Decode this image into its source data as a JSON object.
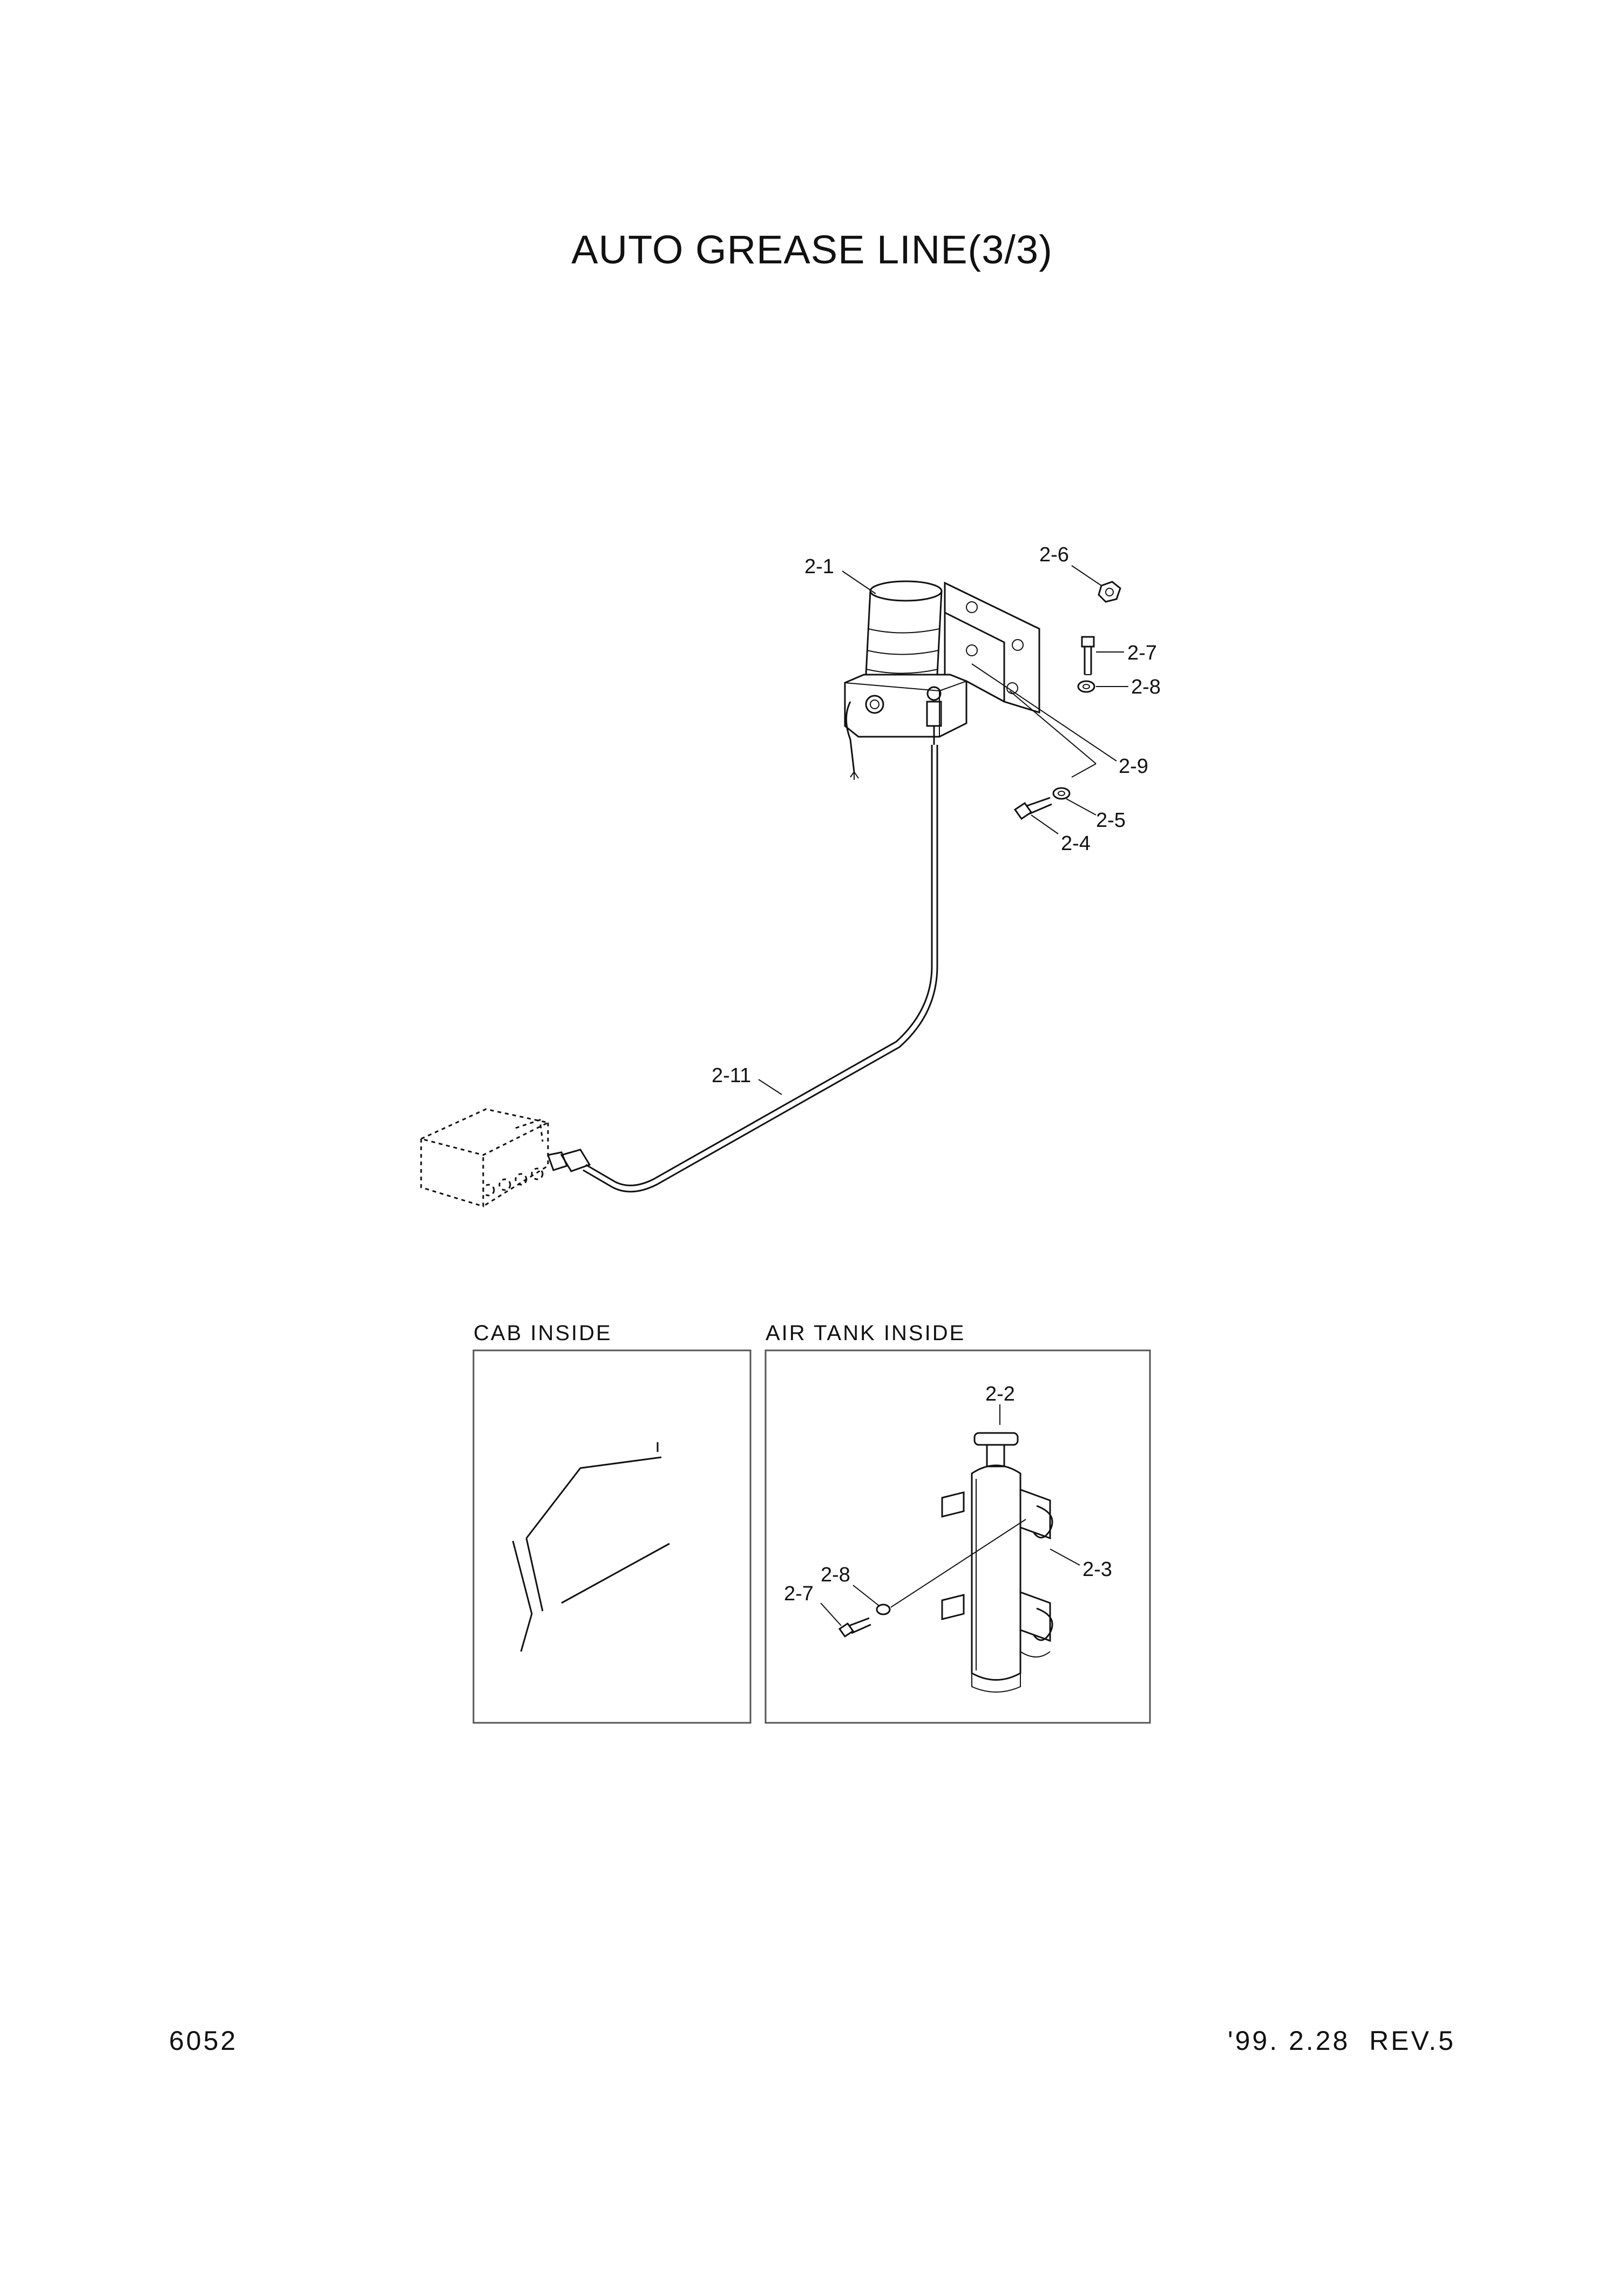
{
  "title": "AUTO GREASE LINE(3/3)",
  "insets": {
    "cab_inside": "CAB INSIDE",
    "air_tank_inside": "AIR TANK INSIDE"
  },
  "callouts": {
    "main": [
      "2-1",
      "2-6",
      "2-7",
      "2-8",
      "2-9",
      "2-5",
      "2-4",
      "2-11"
    ],
    "air_tank": [
      "2-2",
      "2-3",
      "2-8",
      "2-7"
    ]
  },
  "footer": {
    "page_number": "6052",
    "revision": "'99. 2.28  REV.5"
  }
}
